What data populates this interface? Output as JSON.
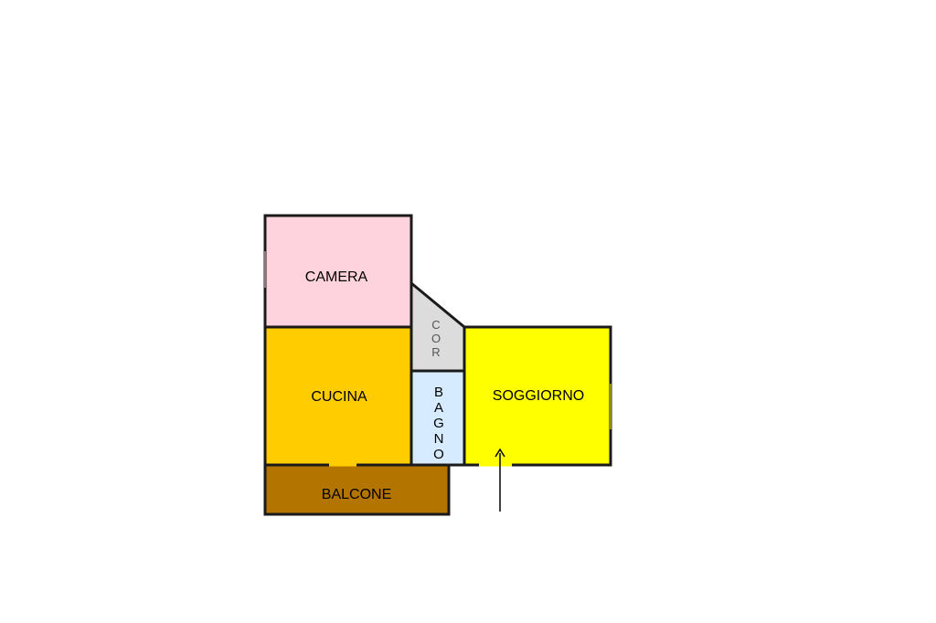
{
  "rooms": {
    "camera": {
      "label": "CAMERA",
      "color": "#ffd3dd"
    },
    "cucina": {
      "label": "CUCINA",
      "color": "#ffcc00"
    },
    "corridoio": {
      "letters": [
        "C",
        "O",
        "R"
      ],
      "color": "#dcdcdc"
    },
    "bagno": {
      "letters": [
        "B",
        "A",
        "G",
        "N",
        "O"
      ],
      "color": "#d6ebff"
    },
    "soggiorno": {
      "label": "SOGGIORNO",
      "color": "#ffff00"
    },
    "balcone": {
      "label": "BALCONE",
      "color": "#b37400"
    }
  },
  "wall_color": "#1a1a1a",
  "entrance": {
    "icon": "arrow-up-icon"
  }
}
